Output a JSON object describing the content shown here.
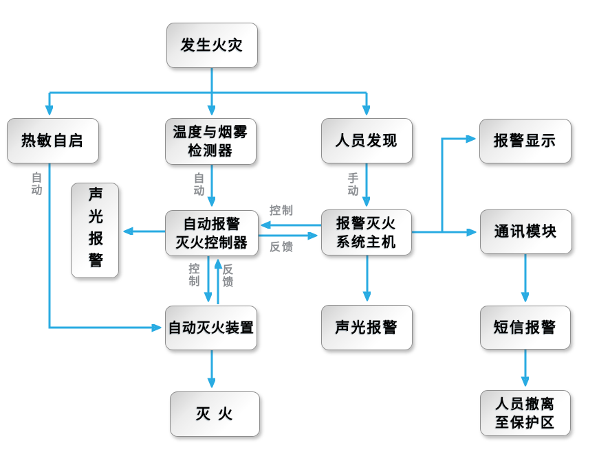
{
  "diagram": {
    "type": "flowchart",
    "language": "zh-CN",
    "colors": {
      "arrow": "#29abe2",
      "edge_label": "#8a8d91",
      "node_border": "#8d8d8d",
      "node_text": "#000000",
      "background": "#ffffff"
    },
    "nodes": {
      "fire": {
        "label": "发生火灾"
      },
      "thermal_auto_start": {
        "label": "热敏自启"
      },
      "temp_smoke_detector": {
        "label": "温度与烟雾\n检测器"
      },
      "person_discover": {
        "label": "人员发现"
      },
      "alarm_display": {
        "label": "报警显示"
      },
      "sound_light_alarm_left": {
        "label": "声光报警"
      },
      "auto_alarm_controller": {
        "label": "自动报警\n灭火控制器"
      },
      "alarm_system_host": {
        "label": "报警灭火\n系统主机"
      },
      "comm_module": {
        "label": "通讯模块"
      },
      "auto_extinguish_device": {
        "label": "自动灭火装置"
      },
      "sound_light_alarm_mid": {
        "label": "声光报警"
      },
      "sms_alarm": {
        "label": "短信报警"
      },
      "extinguish": {
        "label": "灭 火"
      },
      "evacuate": {
        "label": "人员撤离\n至保护区"
      }
    },
    "edge_labels": {
      "auto_left": "自动",
      "auto_mid": "自动",
      "manual": "手动",
      "control_h": "控制",
      "feedback_h": "反馈",
      "control_v": "控制",
      "feedback_v": "反馈"
    }
  }
}
